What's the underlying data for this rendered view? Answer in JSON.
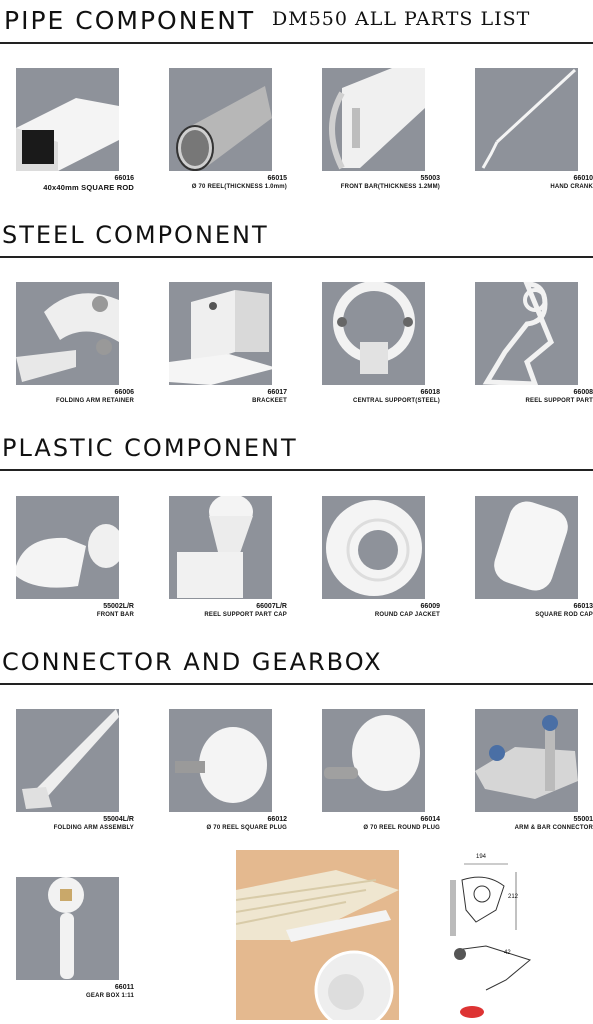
{
  "header": {
    "title": "PIPE COMPONENT",
    "doc_title": "DM550 ALL PARTS LIST"
  },
  "sections": [
    {
      "title": "PIPE COMPONENT",
      "parts": [
        {
          "code": "66016",
          "name": "40x40mm SQUARE ROD",
          "icon": "square-rod-icon"
        },
        {
          "code": "66015",
          "name": "Ø 70 REEL(THICKNESS 1.0mm)",
          "icon": "reel-tube-icon"
        },
        {
          "code": "55003",
          "name": "FRONT BAR(THICKNESS 1.2MM)",
          "icon": "front-bar-profile-icon"
        },
        {
          "code": "66010",
          "name": "HAND CRANK",
          "icon": "hand-crank-icon"
        }
      ]
    },
    {
      "title": "STEEL COMPONENT",
      "parts": [
        {
          "code": "66006",
          "name": "FOLDING ARM RETAINER",
          "icon": "arm-retainer-icon"
        },
        {
          "code": "66017",
          "name": "BRACKEET",
          "icon": "bracket-icon"
        },
        {
          "code": "66018",
          "name": "CENTRAL SUPPORT(STEEL)",
          "icon": "central-support-icon"
        },
        {
          "code": "66008",
          "name": "REEL SUPPORT PART",
          "icon": "reel-support-icon"
        }
      ]
    },
    {
      "title": "PLASTIC COMPONENT",
      "parts": [
        {
          "code": "55002L/R",
          "name": "FRONT BAR",
          "icon": "front-bar-cap-icon"
        },
        {
          "code": "66007L/R",
          "name": "REEL SUPPORT PART CAP",
          "icon": "reel-support-cap-icon"
        },
        {
          "code": "66009",
          "name": "ROUND CAP JACKET",
          "icon": "round-cap-jacket-icon"
        },
        {
          "code": "66013",
          "name": "SQUARE ROD CAP",
          "icon": "square-rod-cap-icon"
        }
      ]
    },
    {
      "title": "CONNECTOR AND GEARBOX",
      "parts": [
        {
          "code": "55004L/R",
          "name": "FOLDING ARM ASSEMBLY",
          "icon": "folding-arm-icon"
        },
        {
          "code": "66012",
          "name": "Ø 70 REEL SQUARE PLUG",
          "icon": "square-plug-icon"
        },
        {
          "code": "66014",
          "name": "Ø 70 REEL ROUND PLUG",
          "icon": "round-plug-icon"
        },
        {
          "code": "55001",
          "name": "ARM & BAR CONNECTOR",
          "icon": "arm-bar-connector-icon"
        }
      ],
      "gearbox": {
        "code": "66011",
        "name": "GEAR BOX 1:11",
        "icon": "gearbox-icon"
      },
      "drawing": {
        "dim_width": "194",
        "dim_height": "212",
        "dim_a": "42"
      }
    }
  ],
  "colors": {
    "photo_bg": "#8e929a",
    "part_white": "#f2f2f2",
    "rule": "#222222",
    "installed_bg": "#e4b98f"
  }
}
